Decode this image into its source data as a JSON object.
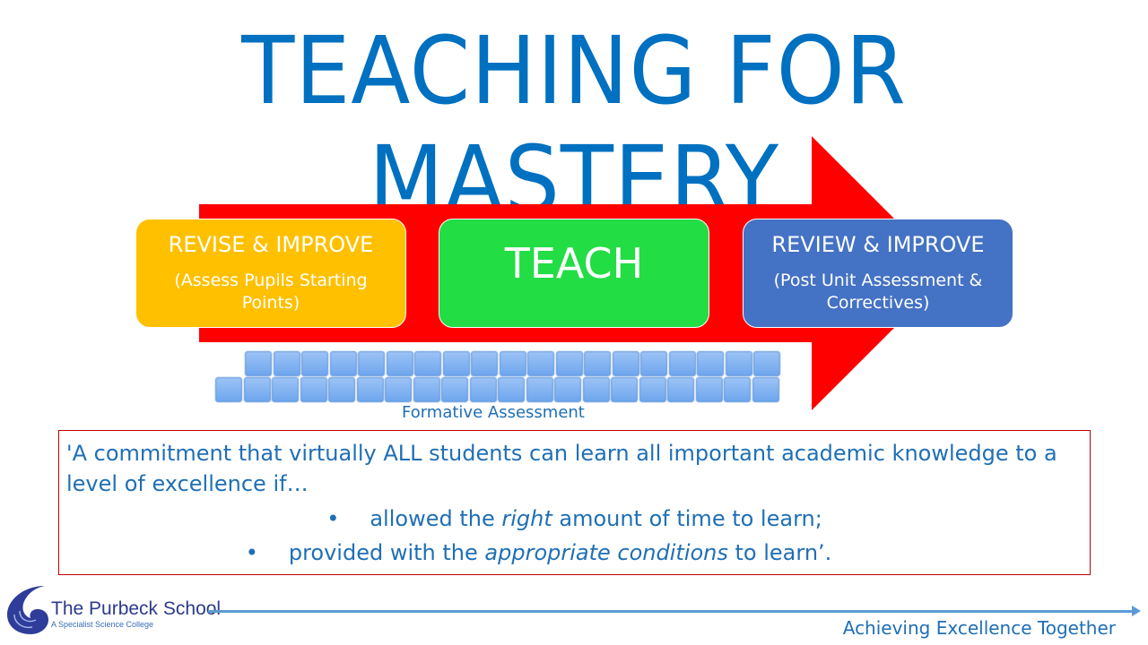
{
  "title": "TEACHING FOR MASTERY",
  "stages": [
    {
      "heading": "REVISE & IMPROVE",
      "sub": "(Assess Pupils Starting Points)",
      "color": "#ffc000"
    },
    {
      "heading": "TEACH",
      "color": "#22dd44"
    },
    {
      "heading": "REVIEW & IMPROVE",
      "sub": "(Post Unit Assessment & Correctives)",
      "color": "#4472c4"
    }
  ],
  "formative_label": "Formative Assessment",
  "quote": {
    "intro": "'A commitment that virtually ALL students can learn all important academic knowledge to a level of excellence if…",
    "bullet1": {
      "a": "allowed the ",
      "em": "right",
      "b": " amount of time to learn;"
    },
    "bullet2": {
      "a": "provided with the ",
      "em": "appropriate conditions",
      "b": " to learn’."
    }
  },
  "footer": {
    "school": "The Purbeck School",
    "subtitle": "A Specialist Science College",
    "tagline": "Achieving Excellence Together"
  }
}
